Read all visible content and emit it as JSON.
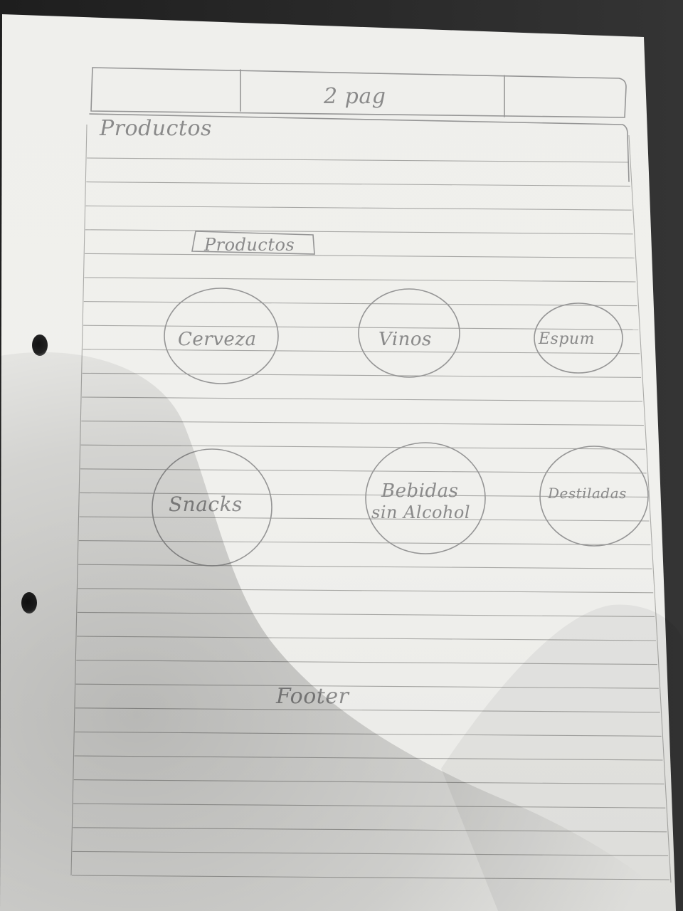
{
  "sheet": {
    "page_marker": "2 pag",
    "section_heading": "Productos",
    "nav_button": "Productos",
    "categories": [
      {
        "label": "Cerveza"
      },
      {
        "label": "Vinos"
      },
      {
        "label": "Espum"
      },
      {
        "label": "Snacks"
      },
      {
        "label": "Bebidas sin Alcohol",
        "line1": "Bebidas",
        "line2": "sin Alcohol"
      },
      {
        "label": "Destiladas"
      }
    ],
    "footer": "Footer"
  },
  "colors": {
    "paper": "#efefec",
    "rule_line": "#8f8f8c",
    "pencil": "#8a8a8a",
    "background": "#262626"
  }
}
